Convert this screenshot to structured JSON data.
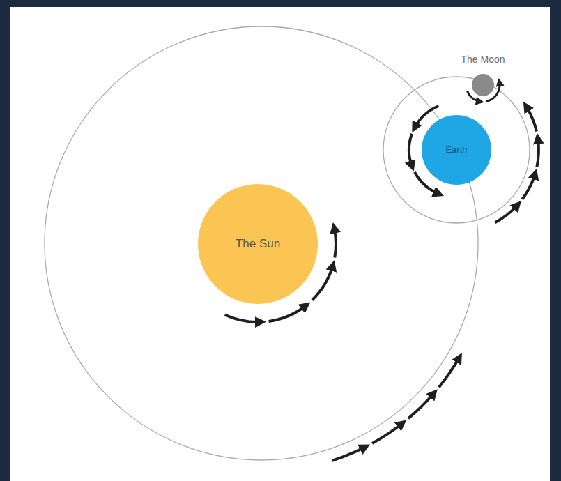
{
  "diagram": {
    "nodes": [
      {
        "text": [
          "The Moon"
        ]
      },
      {
        "text": [
          "Earth"
        ]
      },
      {
        "text": [
          "The Sun"
        ]
      }
    ]
  }
}
